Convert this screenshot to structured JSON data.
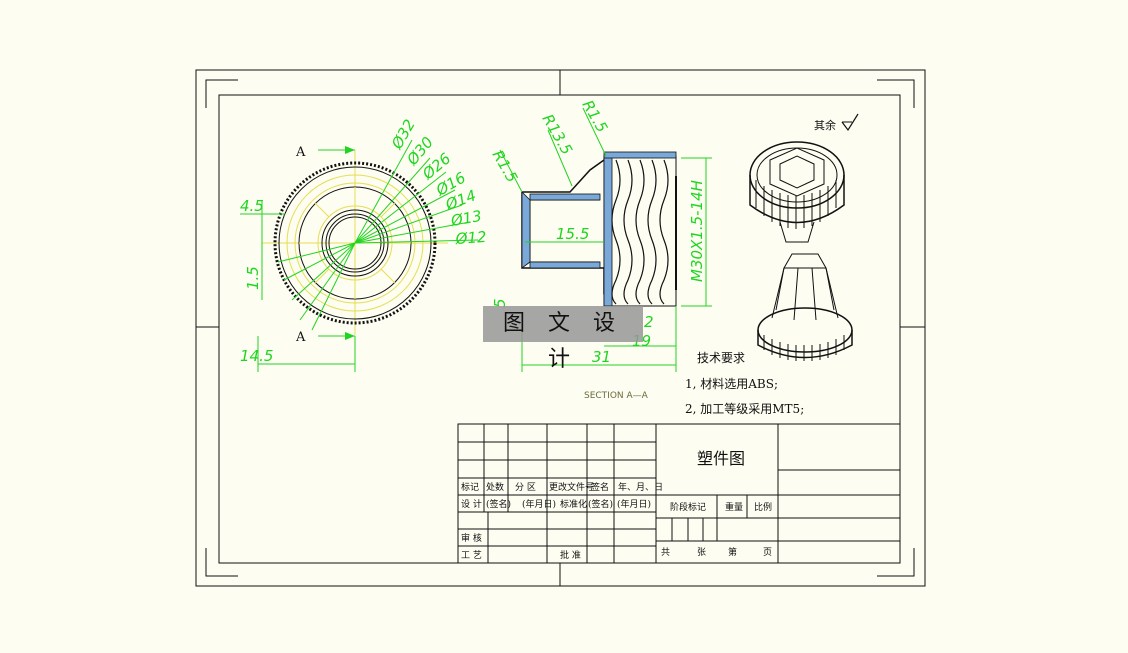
{
  "drawing": {
    "view_label_a_top": "A",
    "view_label_a_bottom": "A",
    "dim_d32": "Ø32",
    "dim_d30": "Ø30",
    "dim_d26": "Ø26",
    "dim_d16": "Ø16",
    "dim_d14": "Ø14",
    "dim_d13": "Ø13",
    "dim_d12": "Ø12",
    "dim_4_5": "4.5",
    "dim_1_5": "1.5",
    "dim_14_5": "14.5",
    "dim_r1_5_left": "R1.5",
    "dim_r13_5": "R13.5",
    "dim_r1_5_right": "R1.5",
    "dim_15_5": "15.5",
    "dim_thread": "M30X1.5-14H",
    "dim_31": "31",
    "dim_2": "2",
    "dim_19": "19",
    "dim_5": "5",
    "section_label": "SECTION  A—A",
    "roughness_note": "其余"
  },
  "notes": {
    "title": "技术要求",
    "line1": "1, 材料选用ABS;",
    "line2": "2, 加工等级采用MT5;"
  },
  "title_block": {
    "part_name": "塑件图",
    "row_headers": [
      "标记",
      "处数",
      "分 区",
      "更改文件号",
      "签名",
      "年、月、日"
    ],
    "row_design": [
      "设 计",
      "(签名)",
      "(年月日)",
      "标准化",
      "(签名)",
      "(年月日)"
    ],
    "label_review": "审 核",
    "label_process": "工 艺",
    "label_approve": "批 准",
    "stage_mark": "阶段标记",
    "weight": "重量",
    "scale": "比例",
    "sheets_total": "共",
    "sheets_unit1": "张",
    "sheet_no": "第",
    "sheets_unit2": "页"
  },
  "watermark": "图 文 设 计"
}
